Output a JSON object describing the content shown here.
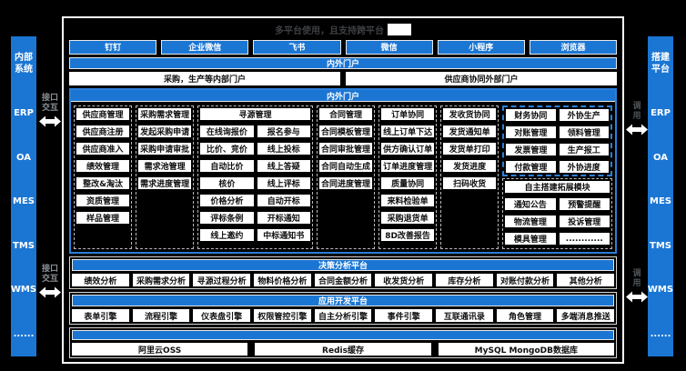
{
  "title": {
    "text": "多平台使用，且支持跨平台"
  },
  "left_panel": {
    "label": "内部系统",
    "items": [
      "ERP",
      "OA",
      "MES",
      "TMS",
      "WMS",
      "......"
    ],
    "connector_label": "接口交互"
  },
  "right_panel": {
    "label": "搭建平台",
    "items": [
      "ERP",
      "OA",
      "MES",
      "TMS",
      "WMS",
      "......"
    ],
    "connector_label": "调用"
  },
  "channels": {
    "items": [
      "钉钉",
      "企业微信",
      "飞书",
      "微信",
      "小程序",
      "浏览器"
    ]
  },
  "portal": {
    "header": "内外门户",
    "internal": "采购，生产等内部门户",
    "external": "供应商协同外部门户"
  },
  "modules": {
    "header": "内外门户",
    "supplier": {
      "header": "供应商管理",
      "items": [
        "供应商注册",
        "供应商准入",
        "绩效管理",
        "整改&淘汰",
        "资质管理",
        "样品管理"
      ]
    },
    "demand": {
      "header": "采购需求管理",
      "items": [
        "发起采购申请",
        "采购申请审批",
        "需求池管理",
        "需求进度管理"
      ]
    },
    "sourcing": {
      "header": "寻源管理",
      "rows": [
        [
          "在线询报价",
          "报名参与"
        ],
        [
          "比价、竞价",
          "线上投标"
        ],
        [
          "自动比价",
          "线上答疑"
        ],
        [
          "核价",
          "线上评标"
        ],
        [
          "价格分析",
          "自动开标"
        ],
        [
          "评标条例",
          "开标通知"
        ],
        [
          "线上邀约",
          "中标通知书"
        ]
      ]
    },
    "contract": {
      "header": "合同管理",
      "items": [
        "合同模板管理",
        "合同审批管理",
        "合同自动生成",
        "合同进度管理"
      ]
    },
    "order": {
      "header": "订单协同",
      "items": [
        "线上订单下达",
        "供方确认订单",
        "订单进度管理",
        "质量协同",
        "来料检验单",
        "采购退货单",
        "8D改善报告"
      ]
    },
    "shipping": {
      "header": "发收货协同",
      "items": [
        "发货通知单",
        "发货单打印",
        "发货进度",
        "扫码收货"
      ]
    },
    "finance_outsourcing": {
      "rows": [
        [
          "财务协同",
          "外协生产"
        ],
        [
          "对账管理",
          "领料管理"
        ],
        [
          "发票管理",
          "生产报工"
        ],
        [
          "付款管理",
          "外协进度"
        ]
      ]
    },
    "extension": {
      "header": "自主搭建拓展模块",
      "rows": [
        [
          "通知公告",
          "预警提醒"
        ],
        [
          "物流管理",
          "投诉管理"
        ],
        [
          "模具管理",
          "............"
        ]
      ]
    }
  },
  "decision": {
    "header": "决策分析平台",
    "items": [
      "绩效分析",
      "采购需求分析",
      "寻源过程分析",
      "物料价格分析",
      "合同金额分析",
      "收发货分析",
      "库存分析",
      "对账付款分析",
      "其他分析"
    ]
  },
  "appdev": {
    "header": "应用开发平台",
    "items": [
      "表单引擎",
      "流程引擎",
      "仪表盘引擎",
      "权限管控引擎",
      "自主分析引擎",
      "事件引擎",
      "互联通讯录",
      "角色管理",
      "多端消息推送"
    ]
  },
  "infra": {
    "items": [
      "阿里云OSS",
      "Redis缓存",
      "MySQL MongoDB数据库"
    ]
  },
  "colors": {
    "accent_blue": "#1b76d3",
    "dashed_blue": "#2b7fd9",
    "background": "#000000"
  }
}
